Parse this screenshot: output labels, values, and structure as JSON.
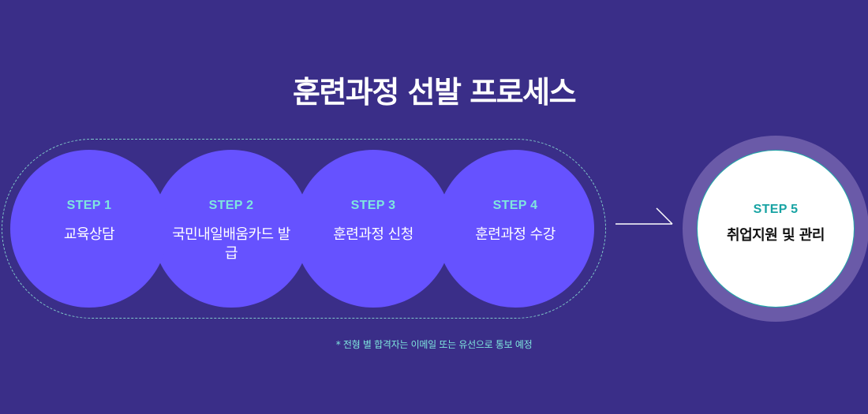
{
  "title": "훈련과정 선발 프로세스",
  "steps": [
    {
      "step": "STEP 1",
      "label": "교육상담"
    },
    {
      "step": "STEP 2",
      "label": "국민내일배움카드 발급"
    },
    {
      "step": "STEP 3",
      "label": "훈련과정 신청"
    },
    {
      "step": "STEP 4",
      "label": "훈련과정 수강"
    },
    {
      "step": "STEP 5",
      "label": "취업지원 및 관리"
    }
  ],
  "note": "* 전형 별 합격자는 이메일 또는 유선으로 통보 예정",
  "colors": {
    "background": "#3a2e88",
    "circle": "#6652ff",
    "accent": "#7fe6de",
    "final_ring": "#6a5aa8",
    "final_step": "#17a3a3"
  },
  "icons": {
    "arrow": "arrow-right-icon"
  }
}
